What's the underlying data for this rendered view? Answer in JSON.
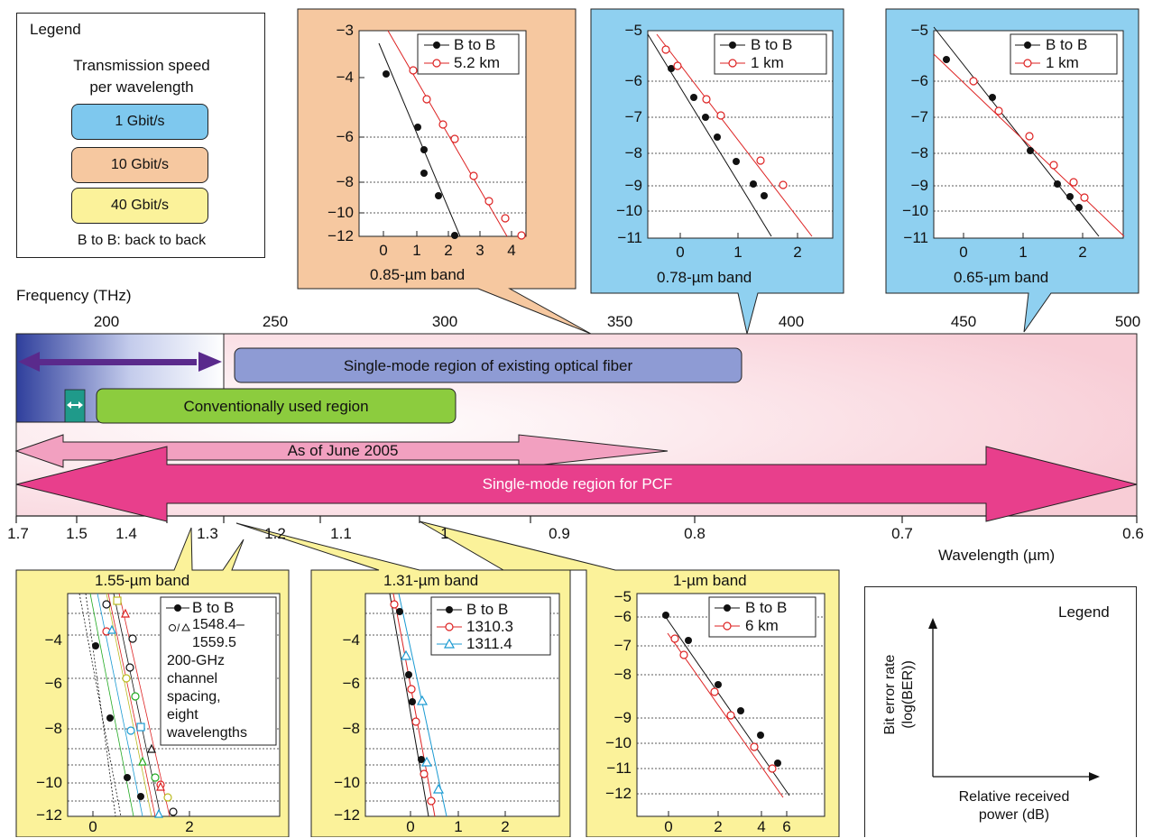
{
  "legend_top": {
    "title": "Legend",
    "subtitle_line1": "Transmission speed",
    "subtitle_line2": "per wavelength",
    "speeds": [
      {
        "label": "1 Gbit/s",
        "color": "#7ec8ee"
      },
      {
        "label": "10 Gbit/s",
        "color": "#f6c8a0"
      },
      {
        "label": "40 Gbit/s",
        "color": "#fbf29a"
      }
    ],
    "note": "B to B: back to back"
  },
  "frequency_axis": {
    "label": "Frequency (THz)",
    "ticks": [
      "200",
      "250",
      "300",
      "350",
      "400",
      "450",
      "500"
    ]
  },
  "wavelength_axis": {
    "label": "Wavelength (µm)",
    "ticks": [
      "1.7",
      "1.5",
      "1.4",
      "1.3",
      "1.2",
      "1.1",
      "1",
      "0.9",
      "0.8",
      "0.7",
      "0.6"
    ]
  },
  "regions": {
    "single_mode_existing": "Single-mode region of existing optical fiber",
    "conventional": "Conventionally used region",
    "as_of": "As of June 2005",
    "pcf": "Single-mode region for PCF"
  },
  "panels": {
    "p085": {
      "band": "0.85-µm band",
      "legend": [
        "B to B",
        "5.2 km"
      ],
      "yticks": [
        "−3",
        "−4",
        "−6",
        "−8",
        "−10",
        "−12"
      ],
      "xticks": [
        "0",
        "1",
        "2",
        "3",
        "4"
      ]
    },
    "p078": {
      "band": "0.78-µm band",
      "legend": [
        "B to B",
        "1 km"
      ],
      "yticks": [
        "−5",
        "−6",
        "−7",
        "−8",
        "−9",
        "−10",
        "−11"
      ],
      "xticks": [
        "0",
        "1",
        "2"
      ]
    },
    "p065": {
      "band": "0.65-µm band",
      "legend": [
        "B to B",
        "1 km"
      ],
      "yticks": [
        "−5",
        "−6",
        "−7",
        "−8",
        "−9",
        "−10",
        "−11"
      ],
      "xticks": [
        "0",
        "1",
        "2"
      ]
    },
    "p155": {
      "band": "1.55-µm band",
      "legend": [
        "B to B",
        "1548.4–",
        "1559.5",
        "200-GHz",
        "channel",
        "spacing,",
        "eight",
        "wavelengths"
      ],
      "yticks": [
        "−4",
        "−6",
        "−8",
        "−10",
        "−12"
      ],
      "xticks": [
        "0",
        "2"
      ]
    },
    "p131": {
      "band": "1.31-µm band",
      "legend": [
        "B to B",
        "1310.3",
        "1311.4"
      ],
      "yticks": [
        "−4",
        "−6",
        "−8",
        "−10",
        "−12"
      ],
      "xticks": [
        "0",
        "1",
        "2"
      ]
    },
    "p1": {
      "band": "1-µm band",
      "legend": [
        "B to B",
        "6 km"
      ],
      "yticks": [
        "−5",
        "−6",
        "−7",
        "−8",
        "−9",
        "−10",
        "−11",
        "−12"
      ],
      "xticks": [
        "0",
        "2",
        "4",
        "6"
      ]
    }
  },
  "legend_bottom": {
    "title": "Legend",
    "ylabel_line1": "Bit error rate",
    "ylabel_line2": "(log(BER))",
    "xlabel_line1": "Relative received",
    "xlabel_line2": "power (dB)"
  }
}
